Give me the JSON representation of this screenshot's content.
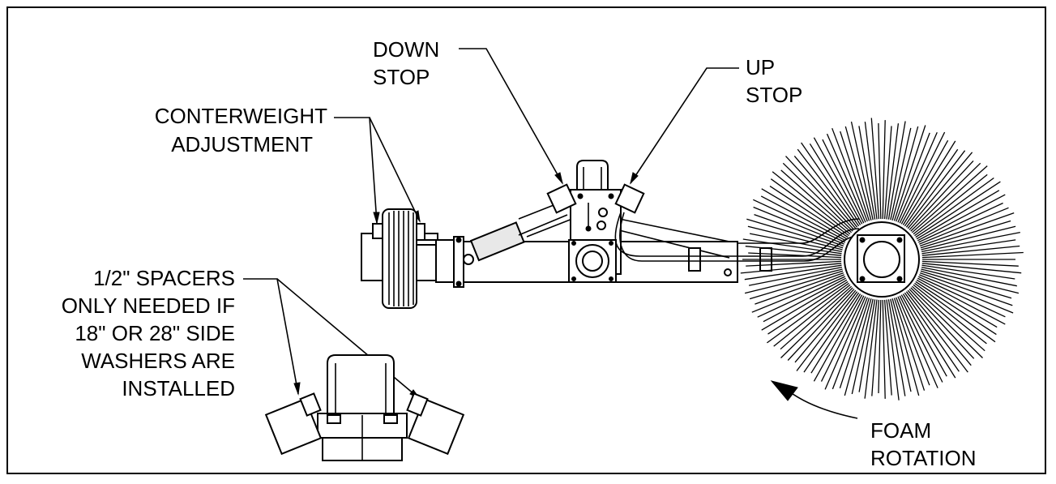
{
  "labels": {
    "down_stop": [
      "DOWN",
      "STOP"
    ],
    "up_stop": [
      "UP",
      "STOP"
    ],
    "counterweight": [
      "CONTERWEIGHT",
      "ADJUSTMENT"
    ],
    "spacers": [
      "1/2\" SPACERS",
      "ONLY NEEDED IF",
      "18\" OR 28\" SIDE",
      "WASHERS ARE",
      "INSTALLED"
    ],
    "foam_rotation": [
      "FOAM",
      "ROTATION"
    ]
  },
  "colors": {
    "line": "#000000",
    "background": "#ffffff"
  }
}
